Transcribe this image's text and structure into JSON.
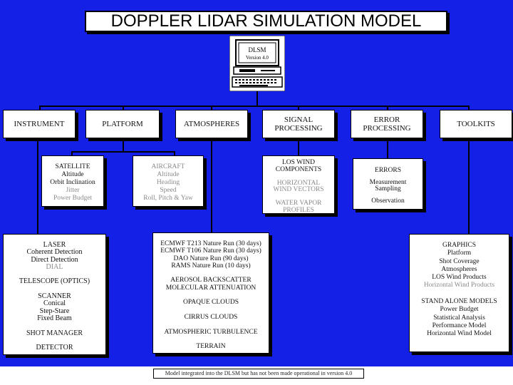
{
  "title": "DOPPLER LIDAR SIMULATION MODEL",
  "computer": {
    "name": "DLSM",
    "version": "Version 4.0"
  },
  "headers": [
    {
      "lines": [
        {
          "t": "INSTRUMENT"
        }
      ]
    },
    {
      "lines": [
        {
          "t": "PLATFORM"
        }
      ]
    },
    {
      "lines": [
        {
          "t": "ATMOSPHERES"
        }
      ]
    },
    {
      "lines": [
        {
          "t": "SIGNAL"
        },
        {
          "t": "PROCESSING"
        }
      ]
    },
    {
      "lines": [
        {
          "t": "ERROR"
        },
        {
          "t": "PROCESSING"
        }
      ]
    },
    {
      "lines": [
        {
          "t": "TOOLKITS"
        }
      ]
    }
  ],
  "platform_boxes": [
    {
      "lines": [
        {
          "t": "SATELLITE"
        },
        {
          "t": "Altitude"
        },
        {
          "t": "Orbit Inclination"
        },
        {
          "t": "Jitter",
          "gray": true
        },
        {
          "t": "Power Budget",
          "gray": true
        }
      ]
    },
    {
      "lines": [
        {
          "t": "AIRCRAFT",
          "gray": true
        },
        {
          "t": "Altitude",
          "gray": true
        },
        {
          "t": "Heading",
          "gray": true
        },
        {
          "t": "Speed",
          "gray": true
        },
        {
          "t": "Roll, Pitch & Yaw",
          "gray": true
        }
      ]
    }
  ],
  "signal_box": {
    "lines": [
      {
        "t": "LOS WIND"
      },
      {
        "t": "COMPONENTS"
      },
      {
        "t": ""
      },
      {
        "t": "HORIZONTAL",
        "gray": true
      },
      {
        "t": "WIND VECTORS",
        "gray": true
      },
      {
        "t": ""
      },
      {
        "t": "WATER VAPOR",
        "gray": true
      },
      {
        "t": "PROFILES",
        "gray": true
      }
    ]
  },
  "error_box": {
    "lines": [
      {
        "t": "ERRORS"
      },
      {
        "t": ""
      },
      {
        "t": "Measurement"
      },
      {
        "t": "Sampling"
      },
      {
        "t": ""
      },
      {
        "t": "Observation"
      }
    ]
  },
  "instrument_box": {
    "lines": [
      {
        "t": "LASER"
      },
      {
        "t": "Coherent Detection"
      },
      {
        "t": "Direct Detection"
      },
      {
        "t": "DIAL",
        "gray": true
      },
      {
        "t": ""
      },
      {
        "t": "TELESCOPE (OPTICS)"
      },
      {
        "t": ""
      },
      {
        "t": "SCANNER"
      },
      {
        "t": "Conical"
      },
      {
        "t": "Step-Stare"
      },
      {
        "t": "Fixed Beam"
      },
      {
        "t": ""
      },
      {
        "t": "SHOT MANAGER"
      },
      {
        "t": ""
      },
      {
        "t": "DETECTOR"
      }
    ]
  },
  "atmospheres_box": {
    "lines": [
      {
        "t": "ECMWF T213 Nature Run (30 days)"
      },
      {
        "t": "ECMWF T106 Nature Run (30 days)"
      },
      {
        "t": "DAO Nature Run (90 days)"
      },
      {
        "t": "RAMS Nature Run (10 days)"
      },
      {
        "t": ""
      },
      {
        "t": "AEROSOL BACKSCATTER"
      },
      {
        "t": "MOLECULAR ATTENUATION"
      },
      {
        "t": ""
      },
      {
        "t": "OPAQUE CLOUDS"
      },
      {
        "t": ""
      },
      {
        "t": "CIRRUS CLOUDS"
      },
      {
        "t": ""
      },
      {
        "t": "ATMOSPHERIC TURBULENCE"
      },
      {
        "t": ""
      },
      {
        "t": "TERRAIN"
      }
    ]
  },
  "toolkits_box": {
    "lines": [
      {
        "t": "GRAPHICS"
      },
      {
        "t": "Platform"
      },
      {
        "t": "Shot Coverage"
      },
      {
        "t": "Atmospheres"
      },
      {
        "t": "LOS Wind Products"
      },
      {
        "t": "Horizontal Wind Products",
        "gray": true
      },
      {
        "t": ""
      },
      {
        "t": "STAND ALONE MODELS"
      },
      {
        "t": "Power Budget"
      },
      {
        "t": "Statistical Analysis"
      },
      {
        "t": "Performance Model"
      },
      {
        "t": "Horizontal Wind Model"
      }
    ]
  },
  "footer": "Model integrated into the DLSM but has not been made operational in version 4.0"
}
